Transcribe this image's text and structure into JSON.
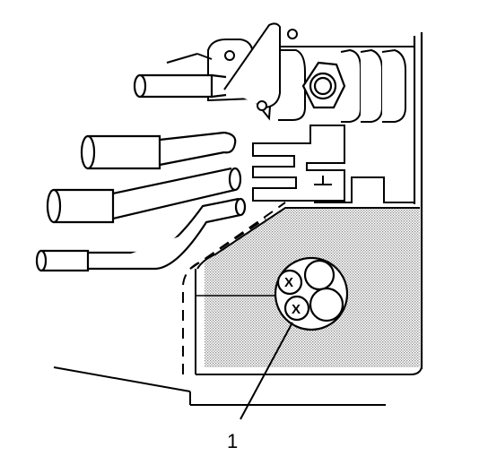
{
  "diagram": {
    "callout": {
      "number": "1"
    },
    "blocked_port_marks": [
      "X",
      "X"
    ],
    "colors": {
      "stroke": "#000000",
      "background": "#ffffff",
      "stipple": "#9a9a9a"
    },
    "icons": {
      "hoses": "hose-icon",
      "port_cap": "port-cap-icon",
      "hex_fitting": "hex-nut-icon"
    }
  }
}
